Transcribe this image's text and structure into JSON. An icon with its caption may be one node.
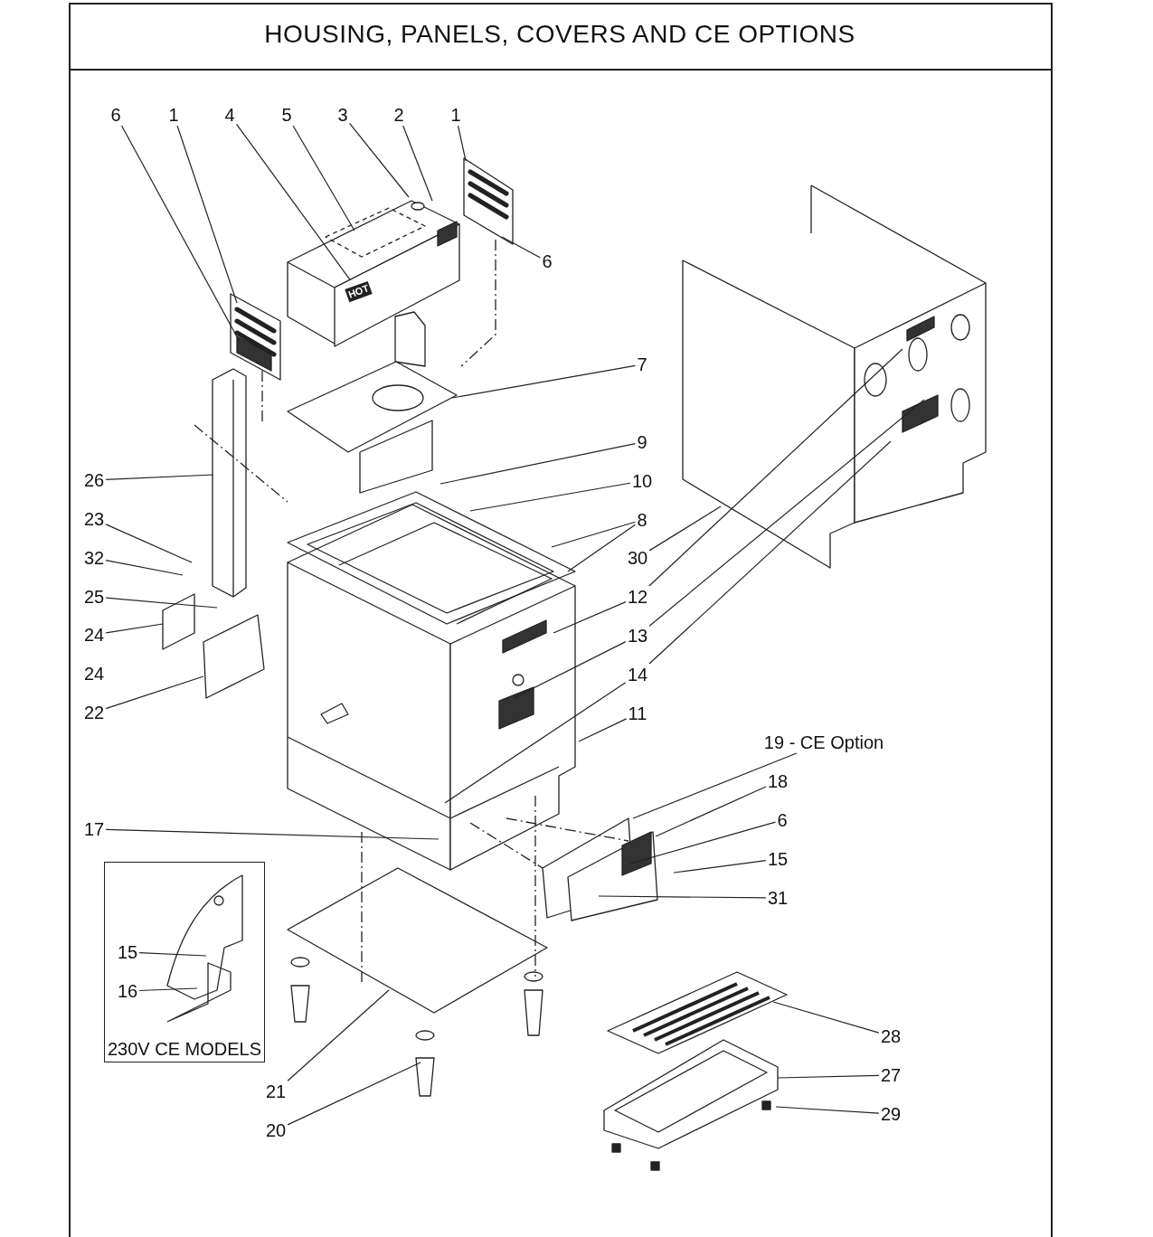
{
  "diagram": {
    "title": "HOUSING, PANELS, COVERS AND CE OPTIONS",
    "nodes": [
      {
        "text": [
          "6"
        ]
      },
      {
        "text": [
          "1"
        ]
      },
      {
        "text": [
          "4"
        ]
      },
      {
        "text": [
          "5"
        ]
      },
      {
        "text": [
          "3"
        ]
      },
      {
        "text": [
          "2"
        ]
      },
      {
        "text": [
          "1"
        ]
      },
      {
        "text": [
          "6"
        ]
      },
      {
        "text": [
          "7"
        ]
      },
      {
        "text": [
          "9"
        ]
      },
      {
        "text": [
          "26"
        ]
      },
      {
        "text": [
          "10"
        ]
      },
      {
        "text": [
          "23"
        ]
      },
      {
        "text": [
          "8"
        ]
      },
      {
        "text": [
          "32"
        ]
      },
      {
        "text": [
          "30"
        ]
      },
      {
        "text": [
          "25"
        ]
      },
      {
        "text": [
          "12"
        ]
      },
      {
        "text": [
          "24"
        ]
      },
      {
        "text": [
          "13"
        ]
      },
      {
        "text": [
          "14"
        ]
      },
      {
        "text": [
          "22"
        ]
      },
      {
        "text": [
          "11"
        ]
      },
      {
        "text": [
          "19 - CE Option"
        ]
      },
      {
        "text": [
          "18"
        ]
      },
      {
        "text": [
          "6"
        ]
      },
      {
        "text": [
          "17"
        ]
      },
      {
        "text": [
          "15"
        ]
      },
      {
        "text": [
          "31"
        ]
      },
      {
        "text": [
          "230V CE MODELS"
        ]
      },
      {
        "text": [
          "15"
        ],
        "in": 29
      },
      {
        "text": [
          "16"
        ],
        "in": 29
      },
      {
        "text": [
          "28"
        ]
      },
      {
        "text": [
          "27"
        ]
      },
      {
        "text": [
          "21"
        ]
      },
      {
        "text": [
          "29"
        ]
      },
      {
        "text": [
          "20"
        ]
      },
      {
        "text": [
          "HOT"
        ]
      }
    ],
    "edges": [
      {
        "from": 0,
        "to": null,
        "arrow": "none"
      },
      {
        "from": 1,
        "to": null,
        "arrow": "none"
      },
      {
        "from": 2,
        "to": 37,
        "arrow": "none"
      },
      {
        "from": 3,
        "to": null,
        "arrow": "none"
      },
      {
        "from": 4,
        "to": null,
        "arrow": "none"
      },
      {
        "from": 5,
        "to": null,
        "arrow": "none"
      },
      {
        "from": 6,
        "to": null,
        "arrow": "none"
      },
      {
        "from": 7,
        "to": null,
        "arrow": "none"
      },
      {
        "from": 8,
        "to": null,
        "arrow": "none"
      },
      {
        "from": 9,
        "to": null,
        "arrow": "none"
      },
      {
        "from": 10,
        "to": null,
        "arrow": "none"
      },
      {
        "from": 11,
        "to": null,
        "arrow": "none"
      },
      {
        "from": 12,
        "to": null,
        "arrow": "none"
      },
      {
        "from": 13,
        "to": null,
        "arrow": "none"
      },
      {
        "from": 13,
        "to": null,
        "arrow": "none"
      },
      {
        "from": 14,
        "to": null,
        "arrow": "none"
      },
      {
        "from": 15,
        "to": null,
        "arrow": "none"
      },
      {
        "from": 16,
        "to": null,
        "arrow": "none"
      },
      {
        "from": 17,
        "to": null,
        "arrow": "none"
      },
      {
        "from": 17,
        "to": null,
        "arrow": "none"
      },
      {
        "from": 18,
        "to": null,
        "arrow": "none"
      },
      {
        "from": 19,
        "to": null,
        "arrow": "none"
      },
      {
        "from": 19,
        "to": null,
        "arrow": "none"
      },
      {
        "from": 20,
        "to": null,
        "arrow": "none"
      },
      {
        "from": 20,
        "to": null,
        "arrow": "none"
      },
      {
        "from": 21,
        "to": null,
        "arrow": "none"
      },
      {
        "from": 22,
        "to": null,
        "arrow": "none"
      },
      {
        "from": 23,
        "to": null,
        "arrow": "none"
      },
      {
        "from": 24,
        "to": null,
        "arrow": "none"
      },
      {
        "from": 25,
        "to": null,
        "arrow": "none"
      },
      {
        "from": 26,
        "to": null,
        "arrow": "none"
      },
      {
        "from": 27,
        "to": null,
        "arrow": "none"
      },
      {
        "from": 28,
        "to": null,
        "arrow": "none"
      },
      {
        "from": 30,
        "to": null,
        "arrow": "none"
      },
      {
        "from": 31,
        "to": null,
        "arrow": "none"
      },
      {
        "from": 32,
        "to": null,
        "arrow": "none"
      },
      {
        "from": 33,
        "to": null,
        "arrow": "none"
      },
      {
        "from": 34,
        "to": null,
        "arrow": "none"
      },
      {
        "from": 35,
        "to": null,
        "arrow": "none"
      },
      {
        "from": 36,
        "to": null,
        "arrow": "none"
      }
    ],
    "labels": [
      "24"
    ]
  }
}
